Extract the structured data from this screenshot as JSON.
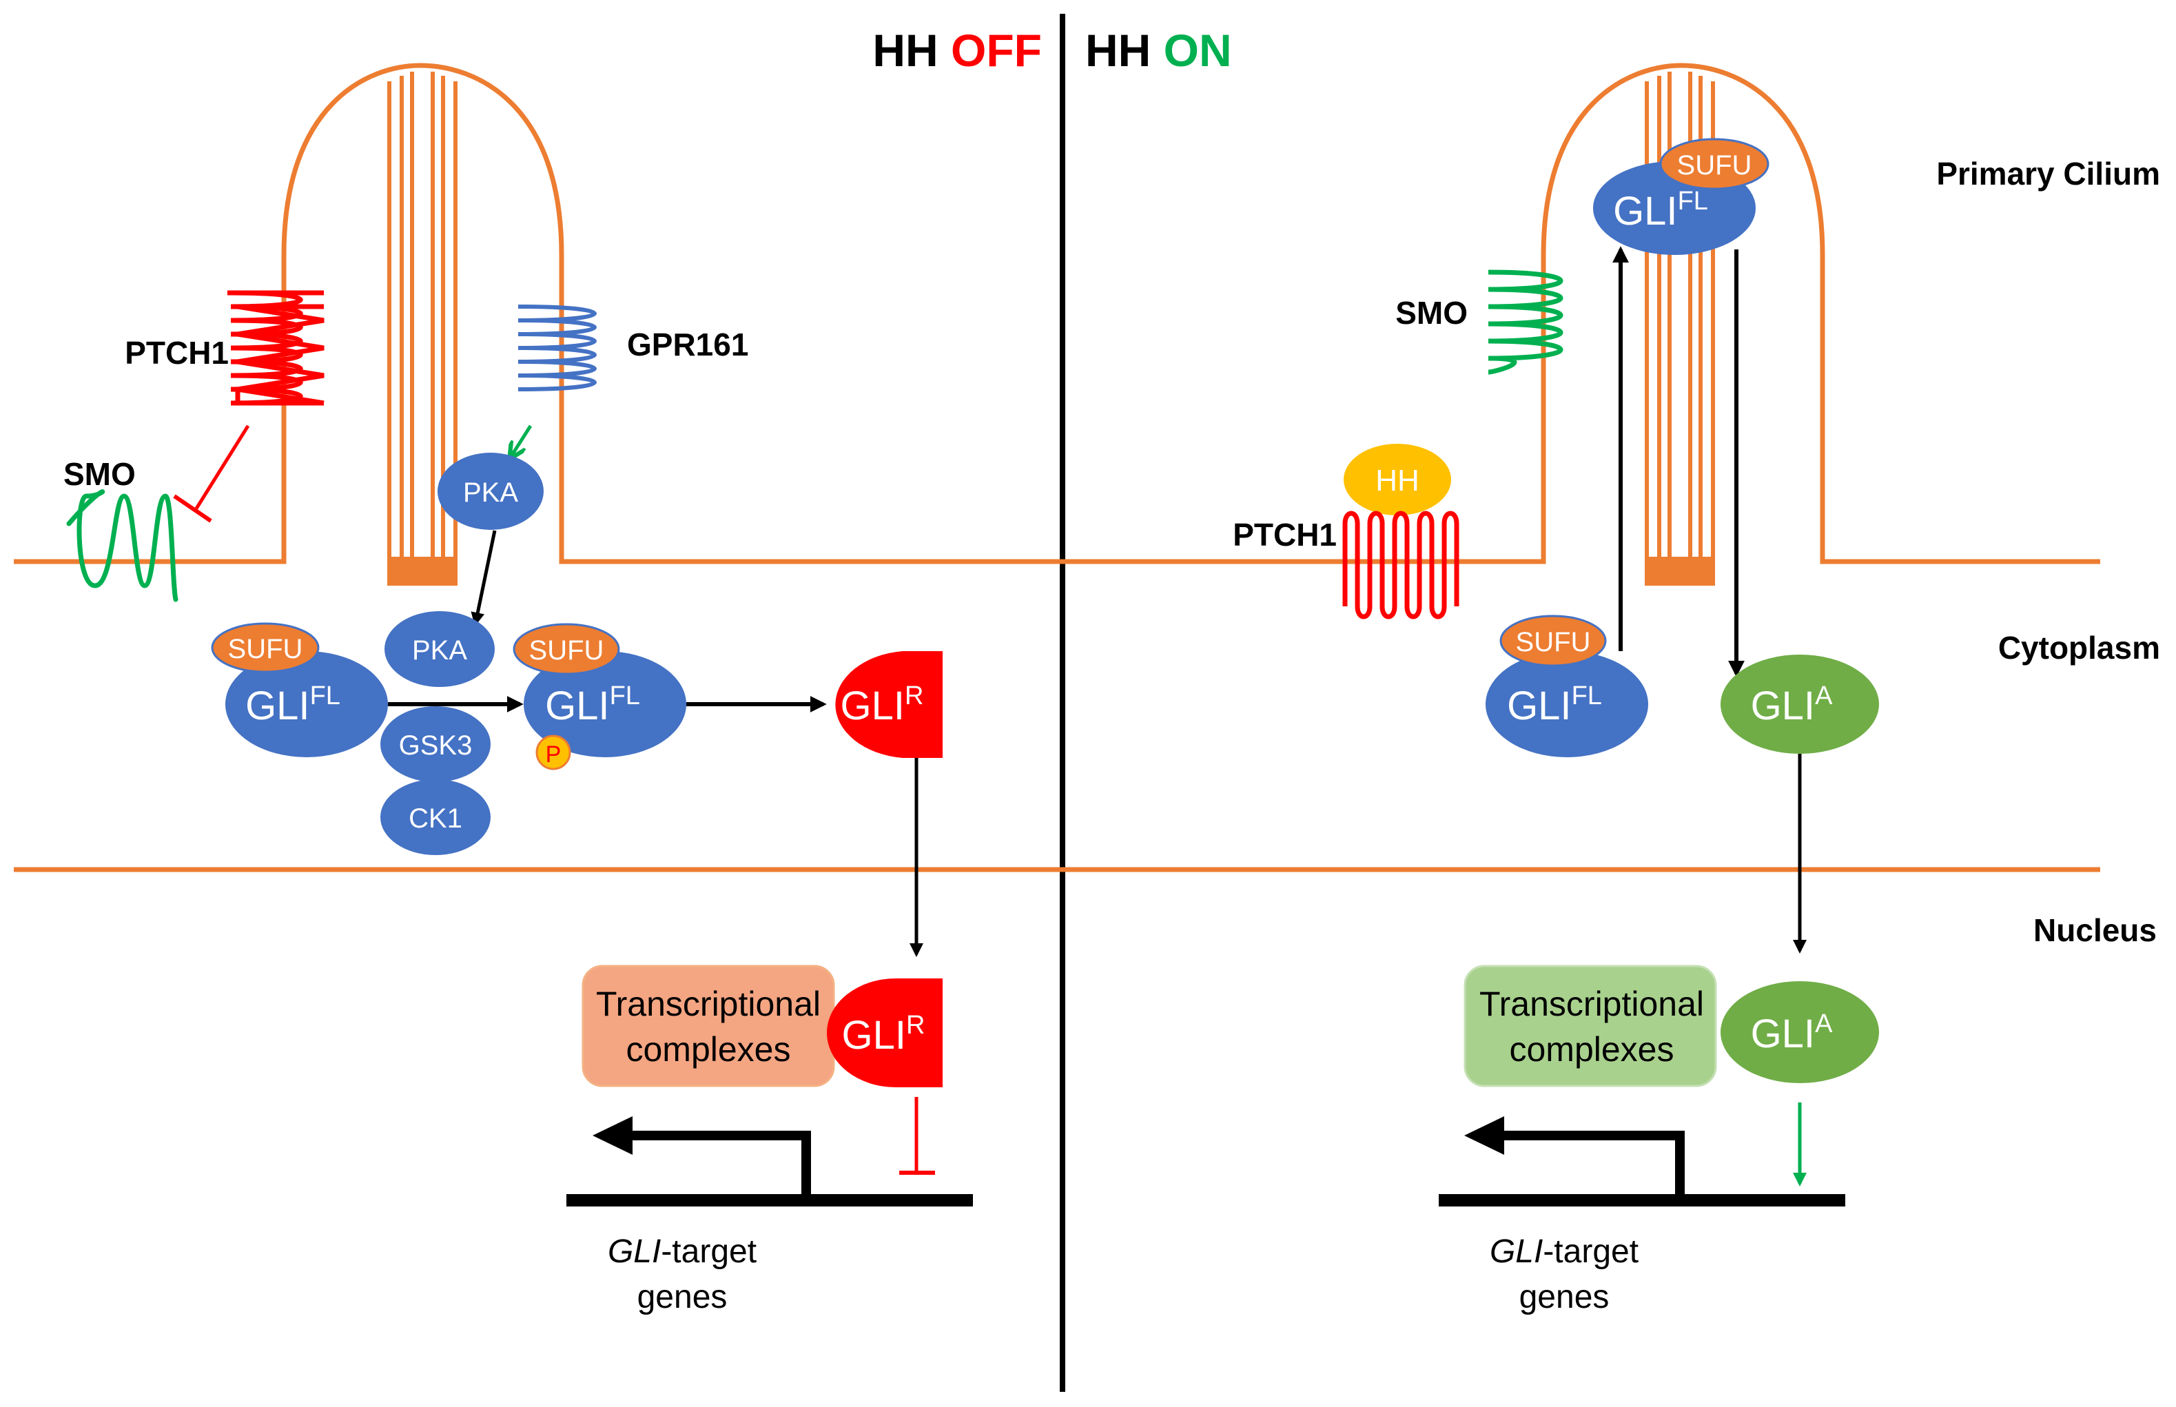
{
  "headers": {
    "off_prefix": "HH ",
    "off_word": "OFF",
    "on_prefix": "HH ",
    "on_word": "ON"
  },
  "regions": {
    "cilium": "Primary Cilium",
    "cytoplasm": "Cytoplasm",
    "nucleus": "Nucleus"
  },
  "off": {
    "ptch1": "PTCH1",
    "gpr161": "GPR161",
    "smo": "SMO",
    "pka_top": "PKA",
    "pka_mid": "PKA",
    "gsk3": "GSK3",
    "ck1": "CK1",
    "sufu1": "SUFU",
    "sufu2": "SUFU",
    "gli_fl_1": "GLI",
    "gli_fl_1_sup": "FL",
    "gli_fl_2": "GLI",
    "gli_fl_2_sup": "FL",
    "phospho": "P",
    "gli_r_cyto": "GLI",
    "gli_r_cyto_sup": "R",
    "gli_r_nuc": "GLI",
    "gli_r_nuc_sup": "R",
    "tc_line1": "Transcriptional",
    "tc_line2": "complexes",
    "genes_italic": "GLI",
    "genes_rest": "-target",
    "genes_line2": "genes"
  },
  "on": {
    "smo": "SMO",
    "ptch1": "PTCH1",
    "hh": "HH",
    "sufu_cilium": "SUFU",
    "gli_fl_cilium": "GLI",
    "gli_fl_cilium_sup": "FL",
    "sufu_cyto": "SUFU",
    "gli_fl_cyto": "GLI",
    "gli_fl_cyto_sup": "FL",
    "gli_a_cyto": "GLI",
    "gli_a_cyto_sup": "A",
    "gli_a_nuc": "GLI",
    "gli_a_nuc_sup": "A",
    "tc_line1": "Transcriptional",
    "tc_line2": "complexes",
    "genes_italic": "GLI",
    "genes_rest": "-target",
    "genes_line2": "genes"
  },
  "colors": {
    "membrane": "#ED7D31",
    "off": "#FF0000",
    "on": "#00B050",
    "blue": "#4472C4",
    "green_node": "#70AD47",
    "hh": "#FFC000",
    "tc_off": "#F4A582",
    "tc_on": "#A9D18E"
  }
}
